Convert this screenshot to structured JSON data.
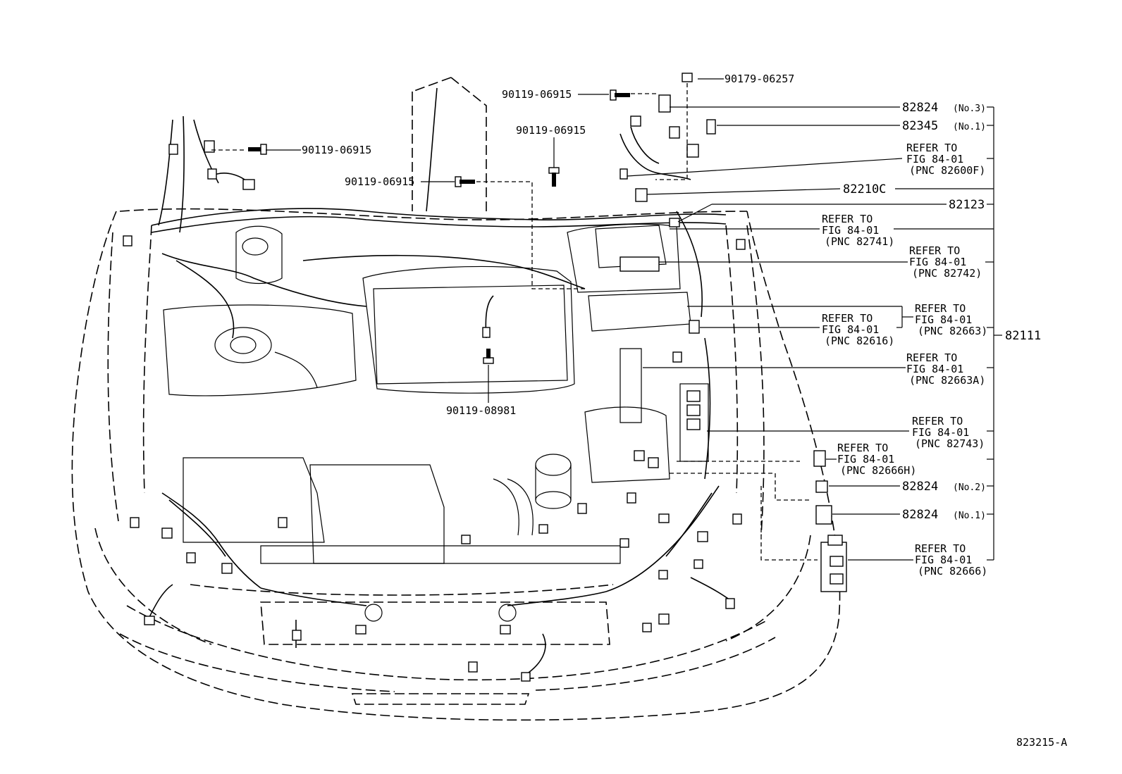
{
  "labels": {
    "bolt_top_a": "90119-06915",
    "bolt_top_b": "90119-06915",
    "bolt_center_a": "90119-06915",
    "bolt_left": "90119-06915",
    "bolt_center_b": "90119-08981",
    "nut_top": "90179-06257",
    "harness_main": "82111",
    "block_82824_no3": "82824",
    "block_82824_no3_qual": "(No.3)",
    "block_82345": "82345",
    "block_82345_qual": "(No.1)",
    "part_82210c": "82210C",
    "part_82123": "82123",
    "block_82824_no2": "82824",
    "block_82824_no2_qual": "(No.2)",
    "block_82824_no1": "82824",
    "block_82824_no1_qual": "(No.1)",
    "drawing_number": "823215-A"
  },
  "references": [
    {
      "line1": "REFER TO",
      "line2": "FIG 84-01",
      "line3": "(PNC 82600F)"
    },
    {
      "line1": "REFER TO",
      "line2": "FIG 84-01",
      "line3": "(PNC 82741)"
    },
    {
      "line1": "REFER TO",
      "line2": "FIG 84-01",
      "line3": "(PNC 82742)"
    },
    {
      "line1": "REFER TO",
      "line2": "FIG 84-01",
      "line3": "(PNC 82616)"
    },
    {
      "line1": "REFER TO",
      "line2": "FIG 84-01",
      "line3": "(PNC 82663)"
    },
    {
      "line1": "REFER TO",
      "line2": "FIG 84-01",
      "line3": "(PNC 82663A)"
    },
    {
      "line1": "REFER TO",
      "line2": "FIG 84-01",
      "line3": "(PNC 82743)"
    },
    {
      "line1": "REFER TO",
      "line2": "FIG 84-01",
      "line3": "(PNC 82666H)"
    },
    {
      "line1": "REFER TO",
      "line2": "FIG 84-01",
      "line3": "(PNC 82666)"
    }
  ]
}
